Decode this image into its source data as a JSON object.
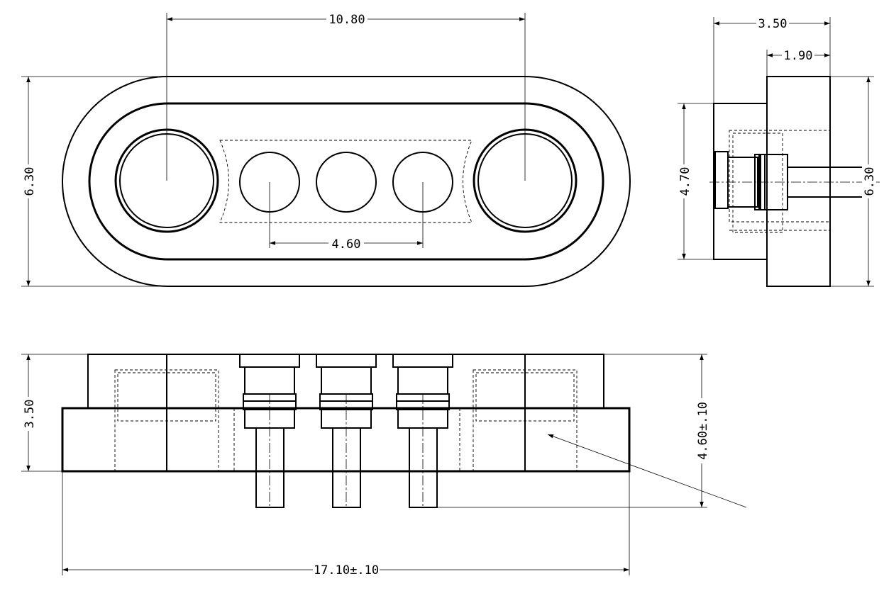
{
  "dimensions": {
    "top_width": "10.80",
    "top_pitch": "4.60",
    "top_height": "6.30",
    "side_width": "3.50",
    "side_flange": "1.90",
    "side_inner_height": "4.70",
    "side_height": "6.30",
    "front_body_height": "3.50",
    "front_pin_length": "4.60±.10",
    "front_total_width": "17.10±.10"
  }
}
